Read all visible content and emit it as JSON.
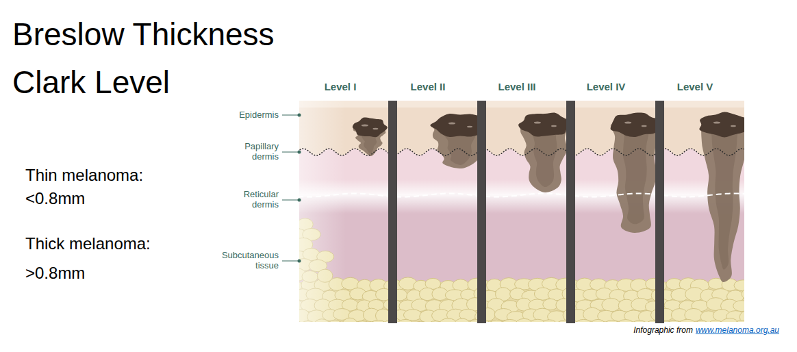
{
  "diagram": {
    "title": "Breslow Thickness",
    "caption": "Infographic from",
    "labels": [
      "Clark Level",
      "Thin melanoma:",
      "<0.8mm",
      "Thick melanoma:",
      ">0.8mm",
      "Epidermis",
      "Papillary dermis",
      "Reticular dermis",
      "Subcutaneous tissue",
      "Level I",
      "Level II",
      "Level III",
      "Level IV",
      "Level V",
      "www.melanoma.org.au"
    ]
  }
}
